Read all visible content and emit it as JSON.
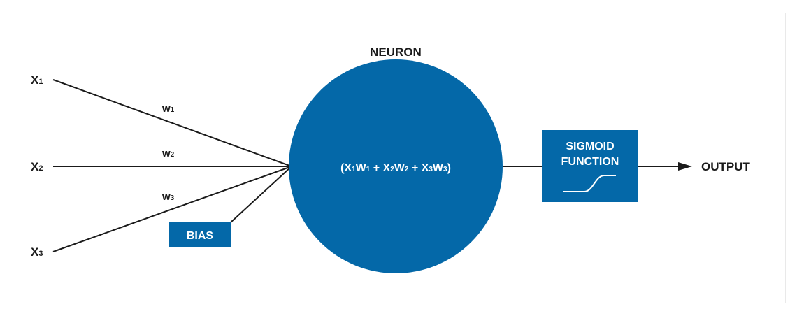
{
  "diagram": {
    "title": "NEURON",
    "inputs": [
      {
        "var": "X",
        "sub": "1"
      },
      {
        "var": "X",
        "sub": "2"
      },
      {
        "var": "X",
        "sub": "3"
      }
    ],
    "weights": [
      {
        "var": "w",
        "sub": "1"
      },
      {
        "var": "w",
        "sub": "2"
      },
      {
        "var": "w",
        "sub": "3"
      }
    ],
    "bias_label": "BIAS",
    "formula": {
      "open": "(",
      "t1_var": "X",
      "t1_sub": "1",
      "t1_w": "W",
      "t1_wsub": "1",
      "plus1": " + ",
      "t2_var": "X",
      "t2_sub": "2",
      "t2_w": "W",
      "t2_wsub": "2",
      "plus2": " + ",
      "t3_var": "X",
      "t3_sub": "3",
      "t3_w": "W",
      "t3_wsub": "3",
      "close": ")"
    },
    "activation": {
      "line1": "SIGMOID",
      "line2": "FUNCTION"
    },
    "output_label": "OUTPUT",
    "colors": {
      "primary": "#0468a8",
      "line": "#1a1a1a",
      "text": "#1a1a1a",
      "inverse_text": "#ffffff"
    }
  }
}
